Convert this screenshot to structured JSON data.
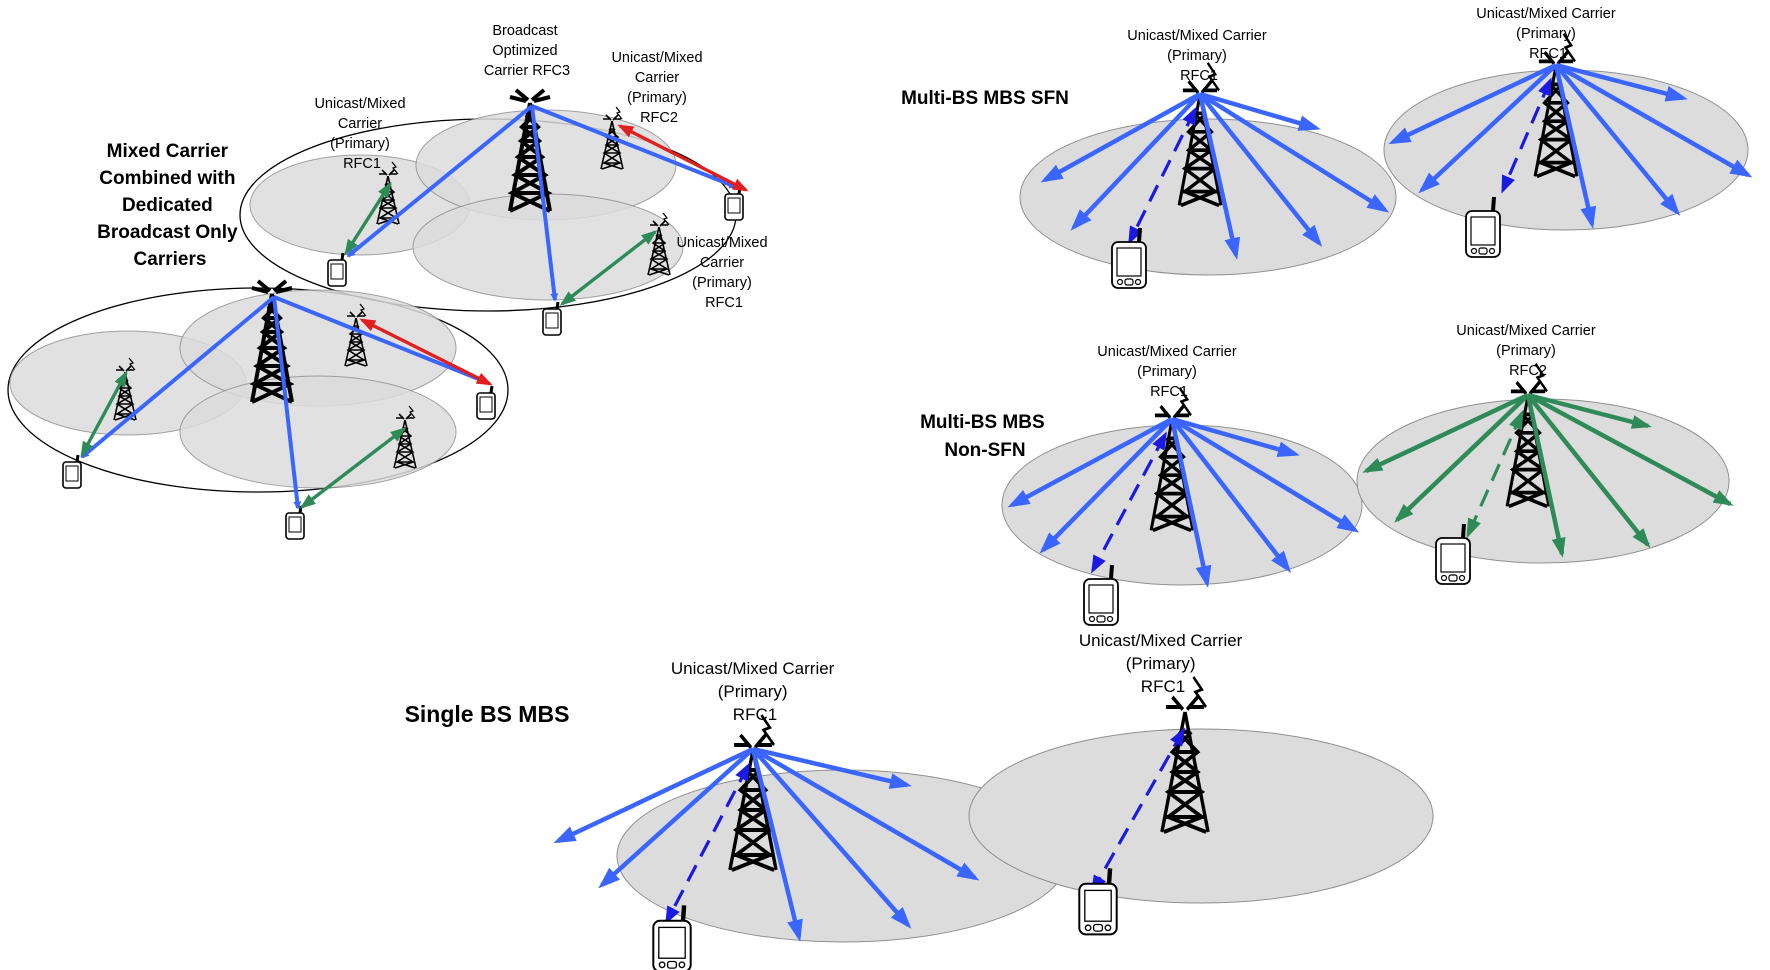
{
  "labels": {
    "mixed_title": [
      "Mixed Carrier",
      "Combined with",
      "Dedicated",
      "Broadcast Only",
      "Carriers"
    ],
    "broadcast_rfc3": [
      "Broadcast",
      "Optimized",
      "Carrier RFC3"
    ],
    "mixed_rfc2": [
      "Unicast/Mixed",
      "Carrier",
      "(Primary)",
      "RFC2"
    ],
    "mixed_rfc1_left": [
      "Unicast/Mixed",
      "Carrier",
      "(Primary)",
      "RFC1"
    ],
    "mixed_rfc1_right": [
      "Unicast/Mixed",
      "Carrier",
      "(Primary)",
      "RFC1"
    ],
    "sfn_title": "Multi-BS MBS SFN",
    "sfn_left": [
      "Unicast/Mixed Carrier",
      "(Primary)",
      "RFC1"
    ],
    "sfn_right": [
      "Unicast/Mixed Carrier",
      "(Primary)",
      "RFC1"
    ],
    "nonsfn_title": [
      "Multi-BS MBS",
      "Non-SFN"
    ],
    "nonsfn_left": [
      "Unicast/Mixed Carrier",
      "(Primary)",
      "RFC1"
    ],
    "nonsfn_right": [
      "Unicast/Mixed Carrier",
      "(Primary)",
      "RFC2"
    ],
    "single_title": "Single BS MBS",
    "single_left": [
      "Unicast/Mixed Carrier",
      "(Primary)",
      "RFC1"
    ],
    "single_right": [
      "Unicast/Mixed Carrier",
      "(Primary)",
      "RFC1"
    ]
  },
  "colors": {
    "blue": "#3a66ff",
    "dark_blue": "#1a1ae0",
    "green": "#2e8b57",
    "red": "#e02020",
    "cell_fill": "#dcdcdc",
    "cell_stroke": "#909090"
  }
}
